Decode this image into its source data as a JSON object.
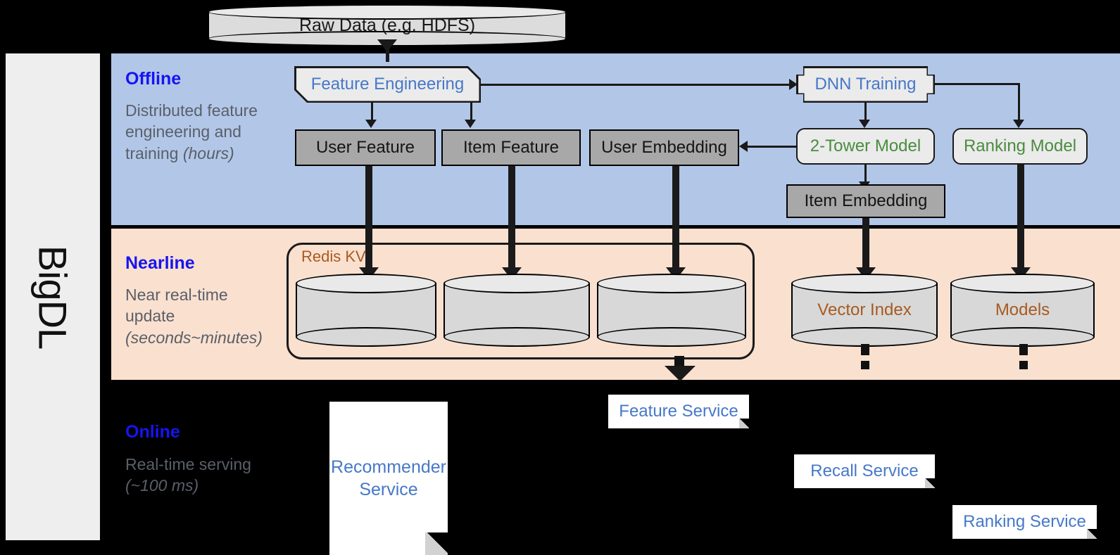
{
  "diagram": {
    "platform_label": "BigDL",
    "source": {
      "label": "Raw Data (e.g. HDFS)"
    },
    "colors": {
      "offline_band": "#b2c7e8",
      "nearline_band": "#fae0cf",
      "online_band": "#000000",
      "rail": "#eeeeee",
      "section_title": "#1515f0",
      "section_subtitle": "#5a5f68",
      "process_text": "#4678c8",
      "model_text": "#4a8c3f",
      "store_text": "#a85a20",
      "data_box": "#a8a8a8"
    },
    "sections": [
      {
        "id": "offline",
        "title": "Offline",
        "subtitle_main": "Distributed feature engineering and training ",
        "subtitle_em": "(hours)"
      },
      {
        "id": "nearline",
        "title": "Nearline",
        "subtitle_main": "Near real-time update ",
        "subtitle_em": "(seconds~minutes)"
      },
      {
        "id": "online",
        "title": "Online",
        "subtitle_main": "Real-time serving ",
        "subtitle_em": "(~100 ms)"
      }
    ],
    "offline_nodes": {
      "feature_engineering": "Feature Engineering",
      "dnn_training": "DNN Training",
      "user_feature": "User Feature",
      "item_feature": "Item Feature",
      "user_embedding": "User Embedding",
      "two_tower_model": "2-Tower Model",
      "ranking_model": "Ranking Model",
      "item_embedding": "Item Embedding"
    },
    "nearline_nodes": {
      "redis_kv": "Redis KV",
      "store_user_feature": "",
      "store_item_feature": "",
      "store_user_embedding": "",
      "vector_index": "Vector Index",
      "models": "Models"
    },
    "online_nodes": {
      "recommender_service": "Recommender Service",
      "feature_service": "Feature Service",
      "recall_service": "Recall Service",
      "ranking_service": "Ranking Service"
    }
  }
}
